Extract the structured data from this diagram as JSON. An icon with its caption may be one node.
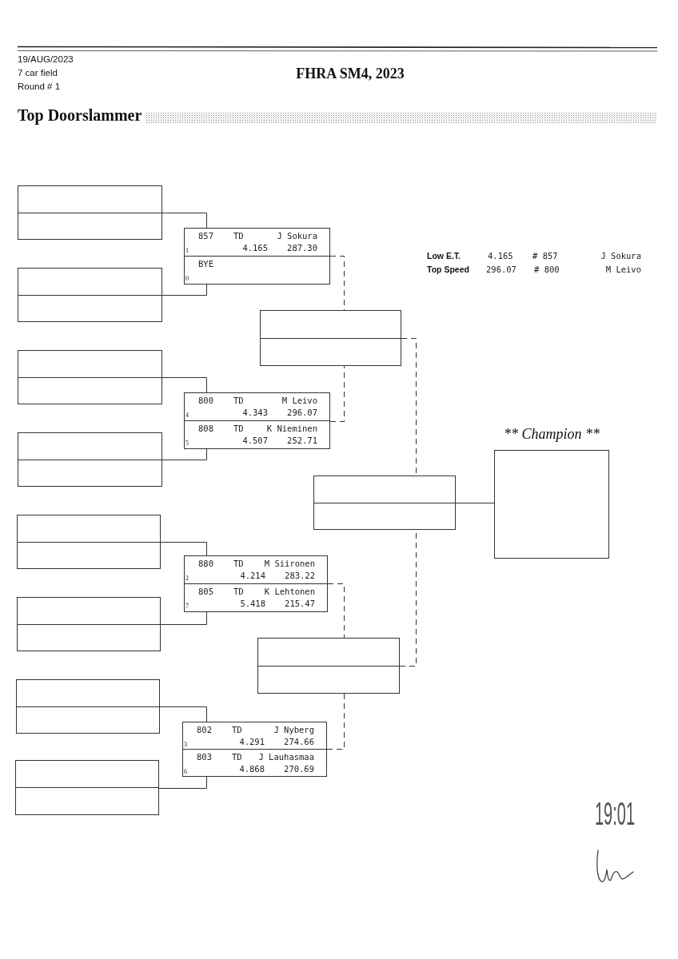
{
  "diagram": {
    "title": "FHRA SM4, 2023",
    "nodes": [
      {
        "text": [],
        "shape": "box"
      },
      {
        "text": [],
        "shape": "box"
      },
      {
        "text": [],
        "shape": "box"
      },
      {
        "text": [],
        "shape": "box"
      },
      {
        "text": [],
        "shape": "box"
      },
      {
        "text": [],
        "shape": "box"
      },
      {
        "text": [],
        "shape": "box"
      },
      {
        "text": [],
        "shape": "box"
      },
      {
        "text": [],
        "shape": "box"
      },
      {
        "text": [
          "857",
          "TD",
          "J Sokura",
          "1",
          "4.165",
          "287.30"
        ],
        "in": 8
      },
      {
        "text": [
          "BYE",
          "0"
        ],
        "in": 8
      },
      {
        "text": [],
        "shape": "box"
      },
      {
        "text": [
          "800",
          "TD",
          "M Leivo",
          "4",
          "4.343",
          "296.07"
        ],
        "in": 11
      },
      {
        "text": [
          "808",
          "TD",
          "K Nieminen",
          "5",
          "4.507",
          "252.71"
        ],
        "in": 11
      },
      {
        "text": [],
        "shape": "box"
      },
      {
        "text": [
          "880",
          "TD",
          "M Siironen",
          "2",
          "4.214",
          "283.22"
        ],
        "in": 14
      },
      {
        "text": [
          "805",
          "TD",
          "K Lehtonen",
          "7",
          "5.418",
          "215.47"
        ],
        "in": 14
      },
      {
        "text": [],
        "shape": "box"
      },
      {
        "text": [
          "802",
          "TD",
          "J Nyberg",
          "3",
          "4.291",
          "274.66"
        ],
        "in": 17
      },
      {
        "text": [
          "803",
          "TD",
          "J Lauhasmaa",
          "6",
          "4.868",
          "270.69"
        ],
        "in": 17
      },
      {
        "text": [],
        "shape": "box"
      },
      {
        "text": [],
        "shape": "box"
      },
      {
        "text": [],
        "shape": "box"
      },
      {
        "text": [
          "** Champion **"
        ]
      }
    ],
    "edges": [
      {
        "from": 0,
        "to": 9,
        "arrow": "none"
      },
      {
        "from": 1,
        "to": 10,
        "arrow": "none"
      },
      {
        "from": 2,
        "to": 12,
        "arrow": "none"
      },
      {
        "from": 3,
        "to": 13,
        "arrow": "none"
      },
      {
        "from": 4,
        "to": 15,
        "arrow": "none"
      },
      {
        "from": 5,
        "to": 16,
        "arrow": "none"
      },
      {
        "from": 6,
        "to": 18,
        "arrow": "none"
      },
      {
        "from": 7,
        "to": 19,
        "arrow": "none"
      },
      {
        "from": 8,
        "to": 20,
        "arrow": "none",
        "style": "dashed"
      },
      {
        "from": 11,
        "to": 20,
        "arrow": "none",
        "style": "dashed"
      },
      {
        "from": 14,
        "to": 21,
        "arrow": "none",
        "style": "dashed"
      },
      {
        "from": 17,
        "to": 21,
        "arrow": "none",
        "style": "dashed"
      },
      {
        "from": 20,
        "to": 22,
        "arrow": "none",
        "style": "dashed"
      },
      {
        "from": 21,
        "to": 22,
        "arrow": "none",
        "style": "dashed"
      },
      {
        "from": 22,
        "to": 23,
        "arrow": "none"
      }
    ],
    "labels": [
      "19/AUG/2023",
      "7 car field",
      "Round # 1",
      "Top Doorslammer",
      "Low E.T.",
      "4.165",
      "# 857",
      "J Sokura",
      "Top Speed",
      "296.07",
      "# 800",
      "M Leivo",
      "19:01"
    ]
  }
}
